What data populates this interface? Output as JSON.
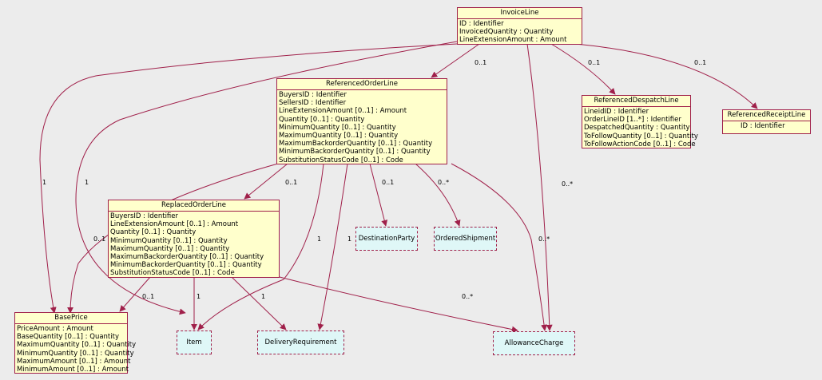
{
  "classes": {
    "invoice_line": {
      "name": "InvoiceLine",
      "attrs": [
        "ID : Identifier",
        "InvoicedQuantity : Quantity",
        "LineExtensionAmount : Amount"
      ]
    },
    "referenced_order_line": {
      "name": "ReferencedOrderLine",
      "attrs": [
        "BuyersID : Identifier",
        "SellersID : Identifier",
        "LineExtensionAmount [0..1] : Amount",
        "Quantity [0..1] : Quantity",
        "MinimumQuantity [0..1] : Quantity",
        "MaximumQuantity [0..1] : Quantity",
        "MaximumBackorderQuantity [0..1] : Quantity",
        "MinimumBackorderQuantity [0..1] : Quantity",
        "SubstitutionStatusCode [0..1] : Code"
      ]
    },
    "referenced_despatch_line": {
      "name": "ReferencedDespatchLine",
      "attrs": [
        "LineidID : Identifier",
        "OrderLineID [1..*] : Identifier",
        "DespatchedQuantity : Quantity",
        "ToFollowQuantity [0..1] : Quantity",
        "ToFollowActionCode [0..1] : Code"
      ]
    },
    "referenced_receipt_line": {
      "name": "ReferencedReceiptLine",
      "attrs": [
        "ID : Identifier"
      ]
    },
    "replaced_order_line": {
      "name": "ReplacedOrderLine",
      "attrs": [
        "BuyersID : Identifier",
        "LineExtensionAmount [0..1] : Amount",
        "Quantity [0..1] : Quantity",
        "MinimumQuantity [0..1] : Quantity",
        "MaximumQuantity [0..1] : Quantity",
        "MaximumBackorderQuantity [0..1] : Quantity",
        "MinimumBackorderQuantity [0..1] : Quantity",
        "SubstitutionStatusCode [0..1] : Code"
      ]
    },
    "base_price": {
      "name": "BasePrice",
      "attrs": [
        "PriceAmount : Amount",
        "BaseQuantity [0..1] : Quantity",
        "MaximumQuantity [0..1] : Quantity",
        "MinimumQuantity [0..1] : Quantity",
        "MaximumAmount [0..1] : Amount",
        "MinimumAmount [0..1] : Amount"
      ]
    }
  },
  "externals": {
    "destination_party": "DestinationParty",
    "ordered_shipment": "OrderedShipment",
    "item": "Item",
    "delivery_requirement": "DeliveryRequirement",
    "allowance_charge": "AllowanceCharge"
  },
  "multiplicities": {
    "invoice_to_rol": "0..1",
    "invoice_to_rdl": "0..1",
    "invoice_to_rrl": "0..1",
    "invoice_to_baseprice": "1",
    "invoice_to_item": "1",
    "invoice_to_allowance": "0..*",
    "rol_to_replaced": "0..1",
    "rol_to_destination": "0..1",
    "rol_to_shipment": "0..*",
    "rol_to_baseprice": "0..1",
    "rol_to_item": "1",
    "rol_to_delivery": "1",
    "rol_to_allowance": "0..*",
    "replaced_to_baseprice": "0..1",
    "replaced_to_item": "1",
    "replaced_to_delivery": "1",
    "replaced_to_allowance": "0..*"
  },
  "colors": {
    "line": "#a0204a",
    "class_fill": "#ffffcc",
    "external_fill": "#dff7f7",
    "background": "#ececec"
  }
}
